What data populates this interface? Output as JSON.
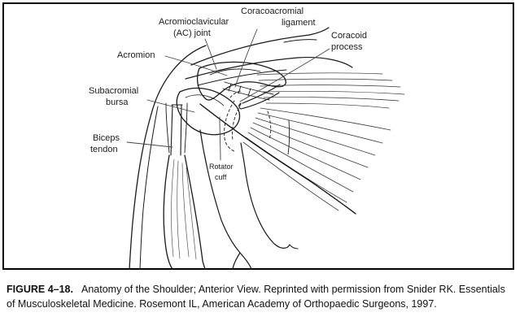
{
  "labels": {
    "coracoacromial_ligament": [
      "Coracoacromial",
      "ligament"
    ],
    "ac_joint": [
      "Acromioclavicular",
      "(AC) joint"
    ],
    "coracoid_process": [
      "Coracoid",
      "process"
    ],
    "acromion": [
      "Acromion"
    ],
    "subacromial_bursa": [
      "Subacromial",
      "bursa"
    ],
    "biceps_tendon": [
      "Biceps",
      "tendon"
    ],
    "rotator_cuff": [
      "Rotator",
      "cuff"
    ]
  },
  "caption": {
    "figure_number": "FIGURE 4–18.",
    "text": "Anatomy of the Shoulder; Anterior View. Reprinted with permission from Snider RK. Essentials of Musculoskeletal Medicine. Rosemont IL, American Academy of Orthopaedic Surgeons, 1997."
  },
  "colors": {
    "ink": "#1a1a1a",
    "leader_line": "#454545",
    "background": "#ffffff",
    "frame_border": "#000000"
  }
}
